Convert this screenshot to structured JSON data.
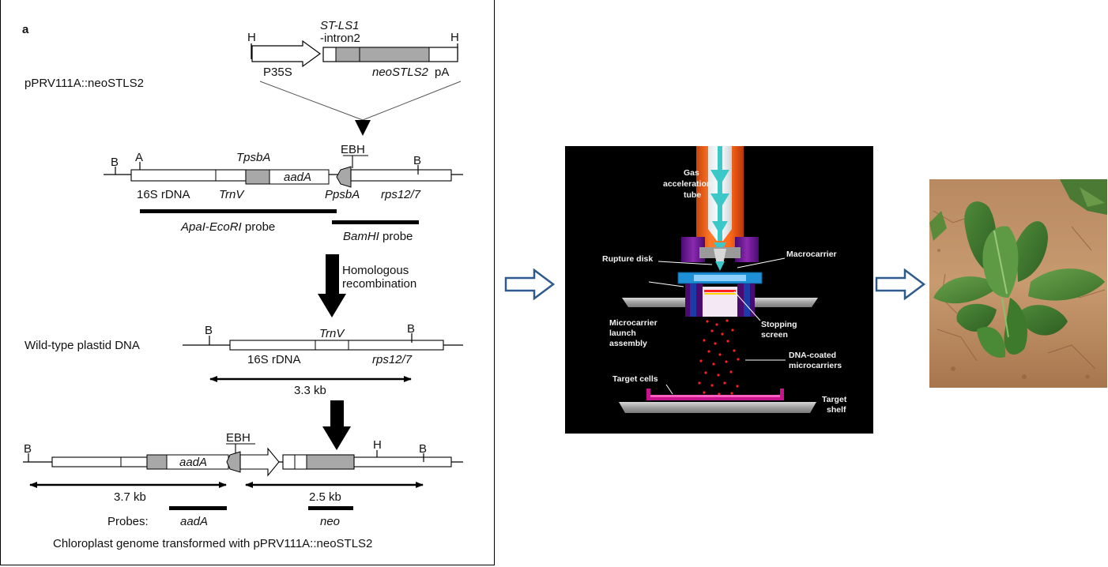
{
  "panel_a": {
    "panel_label": "a",
    "construct": {
      "name": "pPRV111A::neoSTLS2",
      "h_left": "H",
      "h_right": "H",
      "promoter": "P35S",
      "intron_line1": "ST-LS1",
      "intron_line2": "-intron2",
      "gene": "neoSTLS2",
      "polya": "pA"
    },
    "vector_map": {
      "b_left": "B",
      "a_site": "A",
      "tpsba": "TpsbA",
      "ebh": "EBH",
      "b_right": "B",
      "aada": "aadA",
      "rdna": "16S rDNA",
      "trnv": "TrnV",
      "ppsba": "PpsbA",
      "rps": "rps12/7",
      "probe1_part1": "ApaI",
      "probe1_dash": "-",
      "probe1_part2": "EcoRI",
      "probe1_part3": " probe",
      "probe2_part1": "BamHI",
      "probe2_part2": " probe"
    },
    "recombination": {
      "line1": "Homologous",
      "line2": "recombination"
    },
    "wildtype": {
      "title": "Wild-type plastid DNA",
      "b_left": "B",
      "trnv": "TrnV",
      "b_right": "B",
      "rdna": "16S rDNA",
      "rps": "rps12/7",
      "size": "3.3 kb"
    },
    "transformed": {
      "b_left": "B",
      "ebh": "EBH",
      "h": "H",
      "b_right": "B",
      "aada": "aadA",
      "size_left": "3.7 kb",
      "size_right": "2.5 kb",
      "probes_label": "Probes:",
      "probe_aada": "aadA",
      "probe_neo": "neo",
      "caption": "Chloroplast genome transformed with pPRV111A::neoSTLS2"
    }
  },
  "gene_gun": {
    "gas_line1": "Gas",
    "gas_line2": "acceleration",
    "gas_line3": "tube",
    "rupture_disk": "Rupture disk",
    "macrocarrier": "Macrocarrier",
    "launch_line1": "Microcarrier",
    "launch_line2": "launch",
    "launch_line3": "assembly",
    "stopping_line1": "Stopping",
    "stopping_line2": "screen",
    "dna_line1": "DNA-coated",
    "dna_line2": "microcarriers",
    "target_cells": "Target cells",
    "shelf_line1": "Target",
    "shelf_line2": "shelf"
  },
  "colors": {
    "tube_orange": "#ff6a1a",
    "tube_core": "#3cc8c8",
    "housing_purple": "#7a1ea0",
    "screen_blue": "#1e90d8",
    "dish_magenta": "#c8148c",
    "particle_red": "#ff2020",
    "arrow_blue": "#2e5a8c",
    "gene_gray": "#a8a8a8"
  }
}
